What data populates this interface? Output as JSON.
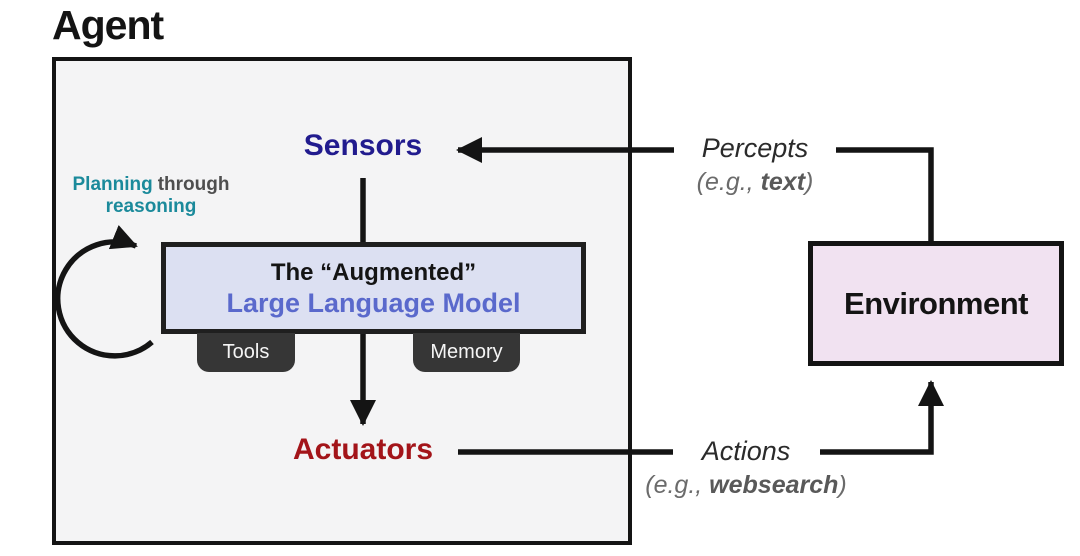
{
  "page_title": "Agent",
  "colors": {
    "sensors": "#211b8e",
    "actuators": "#a31419",
    "planning_teal": "#1b8a9b",
    "through_gray": "#4f4f4f",
    "llm_text": "#5a69cc",
    "llm_box_fill": "#dce0f2",
    "env_box_fill": "#f1e2f1",
    "tab_bg": "#363636",
    "agent_box_fill": "#f4f4f5",
    "line_black": "#141414",
    "caption_gray": "#6b6b6b"
  },
  "agent": {
    "title": "Agent",
    "sensors_label": "Sensors",
    "actuators_label": "Actuators",
    "planning": {
      "word1": "Planning",
      "word2": "through",
      "word3": "reasoning"
    },
    "llm_box": {
      "line1": "The “Augmented”",
      "line2": "Large Language Model"
    },
    "tabs": [
      {
        "label": "Tools"
      },
      {
        "label": "Memory"
      }
    ]
  },
  "environment": {
    "label": "Environment"
  },
  "flows": {
    "percepts": {
      "label": "Percepts",
      "example_open": "(e.g., ",
      "example_bold": "text",
      "example_close": ")"
    },
    "actions": {
      "label": "Actions",
      "example_open": "(e.g., ",
      "example_bold": "websearch",
      "example_close": ")"
    }
  }
}
